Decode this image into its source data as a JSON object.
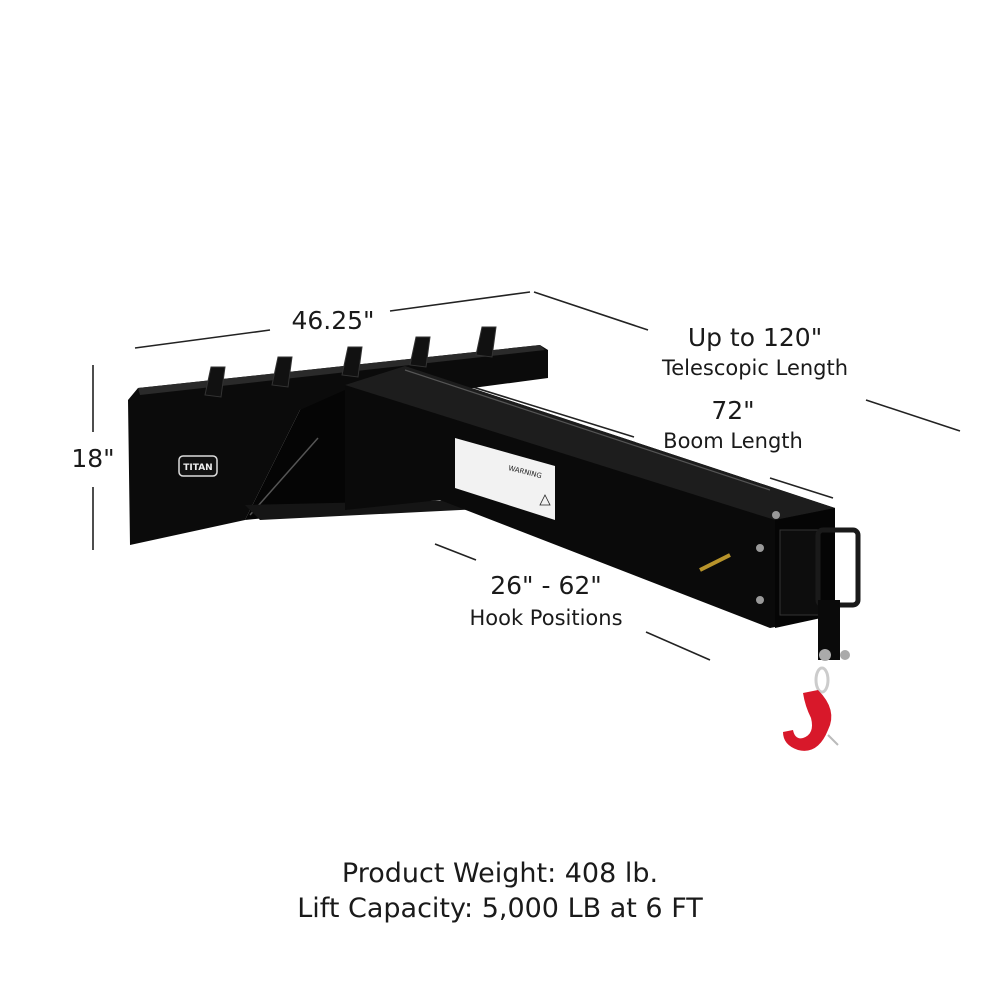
{
  "dimensions": {
    "width": "46.25\"",
    "height": "18\"",
    "telescopic_value": "Up to 120\"",
    "telescopic_label": "Telescopic Length",
    "boom_value": "72\"",
    "boom_label": "Boom Length",
    "hook_value": "26\" - 62\"",
    "hook_label": "Hook Positions"
  },
  "specs": {
    "weight": "Product Weight: 408 lb.",
    "capacity": "Lift Capacity: 5,000 LB at 6 FT"
  },
  "product": {
    "logo_text": "TITAN",
    "warning_text": "WARNING",
    "body_color": "#0b0b0b",
    "hook_color": "#d8182a"
  }
}
